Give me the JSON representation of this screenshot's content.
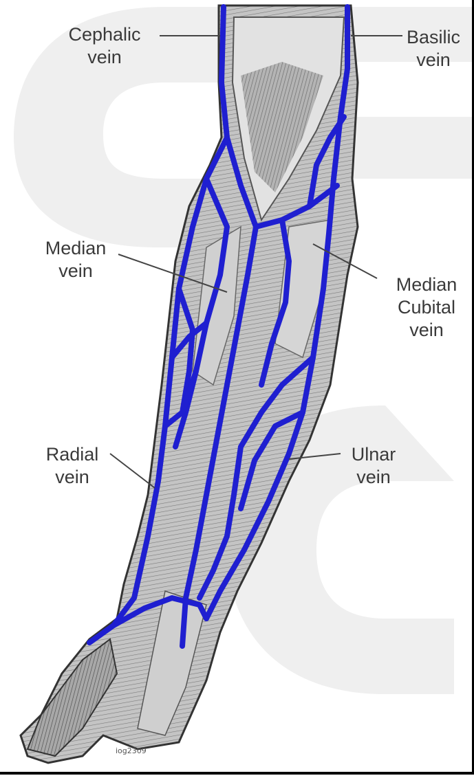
{
  "labels": {
    "cephalic": [
      "Cephalic",
      "vein"
    ],
    "basilic": [
      "Basilic",
      "vein"
    ],
    "median": [
      "Median",
      "vein"
    ],
    "median_cubital": [
      "Median",
      "Cubital",
      "vein"
    ],
    "radial": [
      "Radial",
      "vein"
    ],
    "ulnar": [
      "Ulnar",
      "vein"
    ]
  },
  "signature": "iog2309",
  "colors": {
    "vein": "#1f1fd0",
    "arm_fill": "#b9b9b9",
    "arm_line": "#555555",
    "label": "#3a3a3a",
    "watermark": "#efefef"
  }
}
